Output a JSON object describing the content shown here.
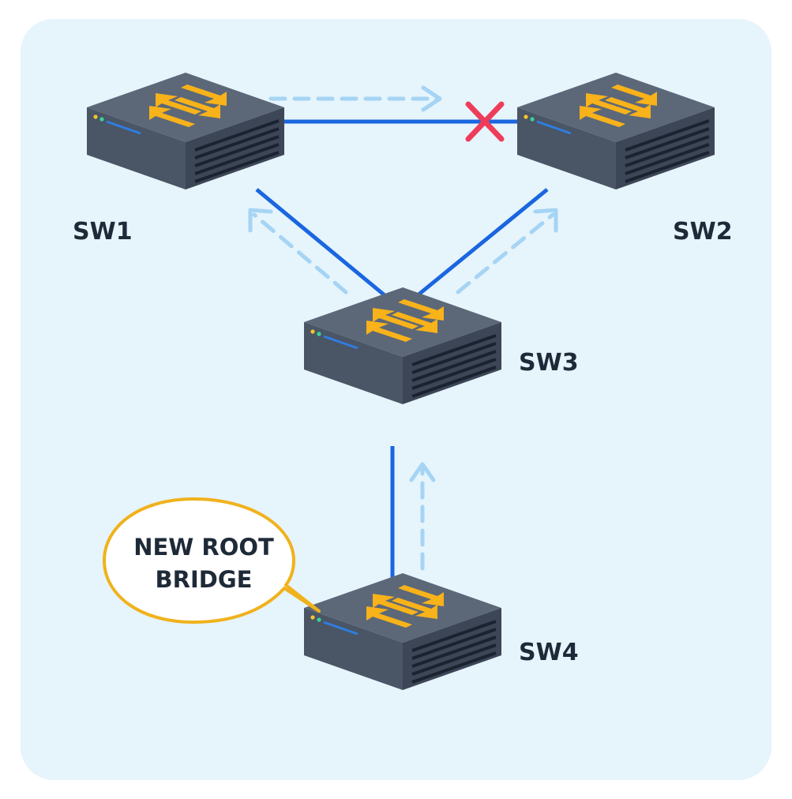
{
  "switches": [
    {
      "id": "sw1",
      "label": "SW1"
    },
    {
      "id": "sw2",
      "label": "SW2"
    },
    {
      "id": "sw3",
      "label": "SW3"
    },
    {
      "id": "sw4",
      "label": "SW4"
    }
  ],
  "callout": {
    "line1": "NEW ROOT",
    "line2": "BRIDGE"
  },
  "links": [
    {
      "from": "SW1",
      "to": "SW2",
      "status": "blocked"
    },
    {
      "from": "SW1",
      "to": "SW3",
      "status": "active"
    },
    {
      "from": "SW2",
      "to": "SW3",
      "status": "active"
    },
    {
      "from": "SW3",
      "to": "SW4",
      "status": "active"
    }
  ],
  "colors": {
    "panel": "#e6f4fc",
    "link": "#1a66e0",
    "flow_arrow": "#a5d4f4",
    "blocked_mark": "#ee3d5a",
    "switch_top": "#5c6878",
    "switch_side": "#4a5565",
    "switch_front": "#3c4656",
    "switch_arrows": "#f8b21a",
    "callout_border": "#f0b21c"
  },
  "icons": {
    "switch": "network-switch-icon",
    "blocked": "x-mark-icon",
    "flow": "dashed-arrow-icon"
  }
}
